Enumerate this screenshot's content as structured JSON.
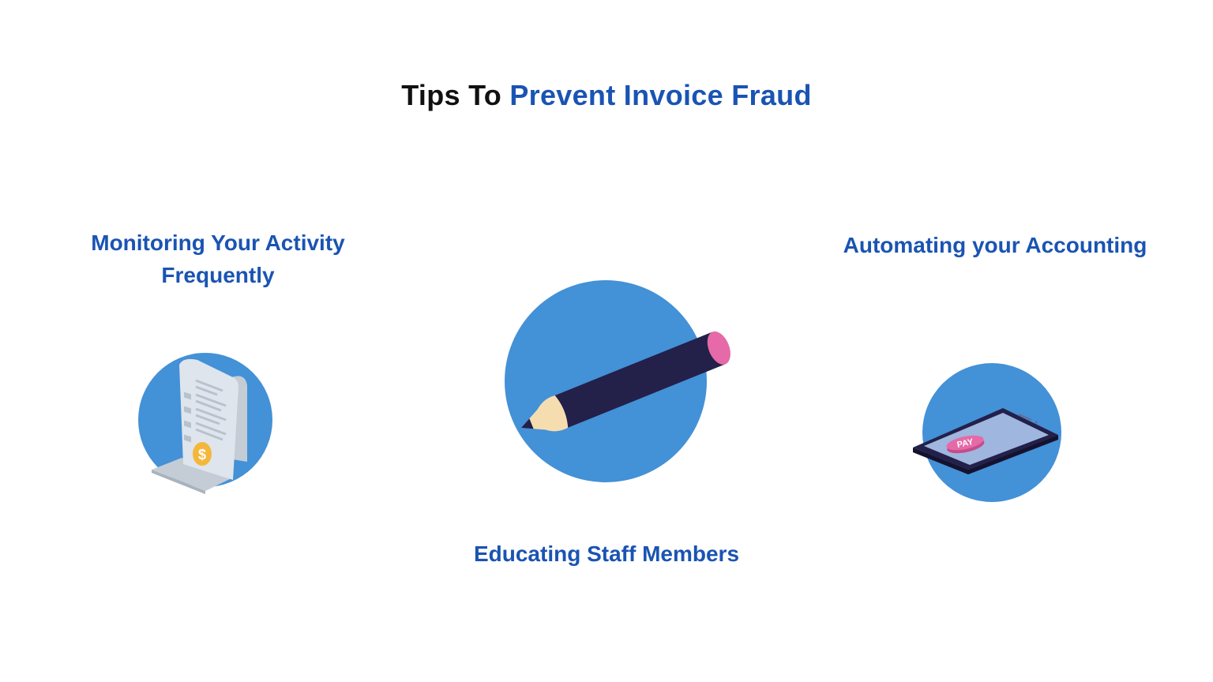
{
  "title": {
    "prefix": "Tips To",
    "highlight": "Prevent Invoice Fraud"
  },
  "tips": [
    {
      "label_line1": "Monitoring Your Activity",
      "label_line2": "Frequently",
      "icon": "receipt-dollar-icon"
    },
    {
      "label": "Educating Staff Members",
      "icon": "pencil-icon"
    },
    {
      "label": "Automating your Accounting",
      "icon": "tablet-pay-icon"
    }
  ],
  "tablet_button_text": "PAY",
  "receipt_coin_text": "$",
  "colors": {
    "title_text": "#111111",
    "accent": "#1a54b3",
    "circle": "#4391d7",
    "pencil_body": "#23204a",
    "pencil_eraser": "#e56aa7",
    "pencil_wood": "#f5ddb0",
    "receipt_paper": "#dfe5ec",
    "coin": "#f5b73b",
    "tablet_body": "#23204a",
    "tablet_screen": "#9fb6df",
    "pay_button": "#e56aa7"
  }
}
